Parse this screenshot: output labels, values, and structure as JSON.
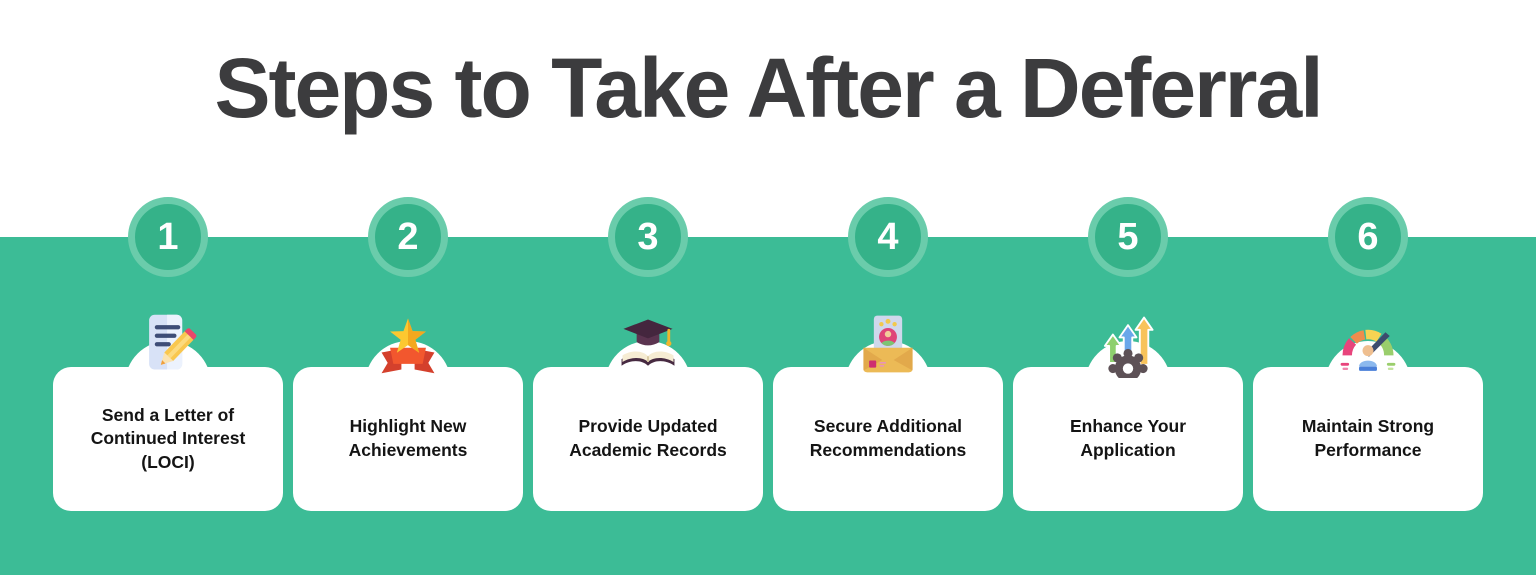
{
  "title": "Steps to Take After a Deferral",
  "theme": {
    "background_green": "#3cbc96",
    "circle_inner": "#35b289",
    "circle_ring": "#6accab",
    "title_color": "#3c3c3e",
    "card_text_color": "#141414",
    "card_bg": "#ffffff"
  },
  "steps": [
    {
      "number": "1",
      "label": "Send a Letter of Continued Interest (LOCI)",
      "icon": "document-pencil-icon"
    },
    {
      "number": "2",
      "label": "Highlight New Achievements",
      "icon": "star-ribbon-icon"
    },
    {
      "number": "3",
      "label": "Provide Updated Academic Records",
      "icon": "graduation-cap-book-icon"
    },
    {
      "number": "4",
      "label": "Secure Additional Recommendations",
      "icon": "envelope-profile-icon"
    },
    {
      "number": "5",
      "label": "Enhance Your Application",
      "icon": "arrows-gear-icon"
    },
    {
      "number": "6",
      "label": "Maintain Strong Performance",
      "icon": "gauge-person-icon"
    }
  ]
}
